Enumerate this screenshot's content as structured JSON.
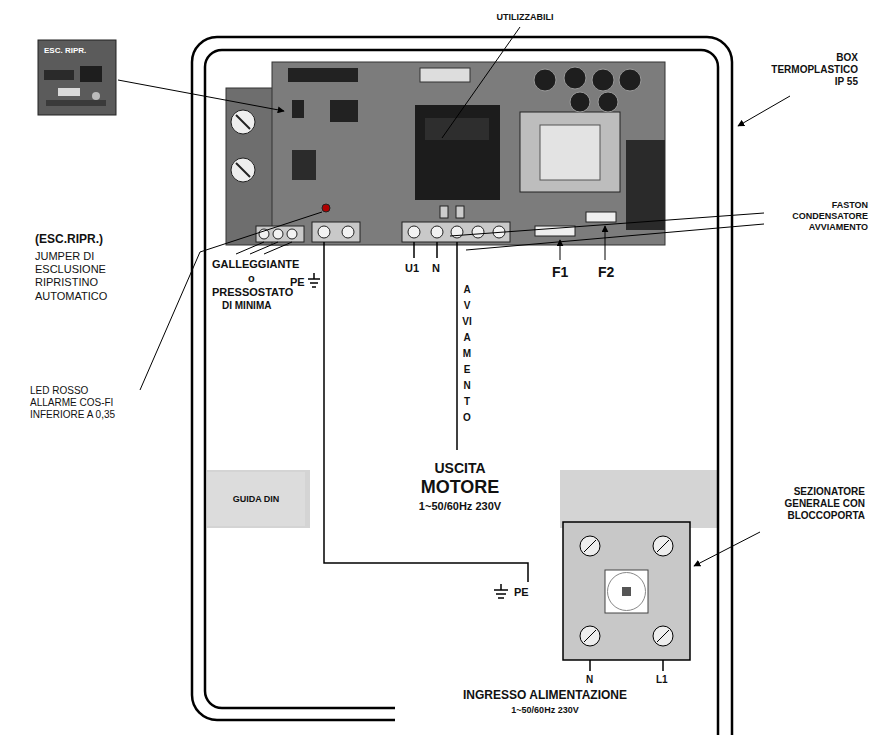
{
  "diagram": {
    "nodes": [
      {
        "text": [
          "ESC. RIPR."
        ]
      },
      {
        "text": [
          "GUIDA DIN"
        ]
      }
    ],
    "labels": [
      "UTILIZZABILI",
      "BOX TERMOPLASTICO IP 55",
      "(ESC.RIPR.)",
      "JUMPER DI ESCLUSIONE RIPRISTINO AUTOMATICO",
      "FASTON CONDENSATORE AVVIAMENTO",
      "LED ROSSO ALLARME COS-FI INFERIORE A 0,35",
      "GALLEGGIANTE",
      "o",
      "PRESSOSTATO",
      "DI MINIMA",
      "PE",
      "U1",
      "N",
      "AVVIAMENTO",
      "F1",
      "F2",
      "USCITA",
      "MOTORE",
      "1~50/60Hz 230V",
      "SEZIONATORE GENERALE CON BLOCCOPORTA",
      "PE",
      "N",
      "L1",
      "INGRESSO ALIMENTAZIONE",
      "1~50/60Hz 230V"
    ]
  }
}
